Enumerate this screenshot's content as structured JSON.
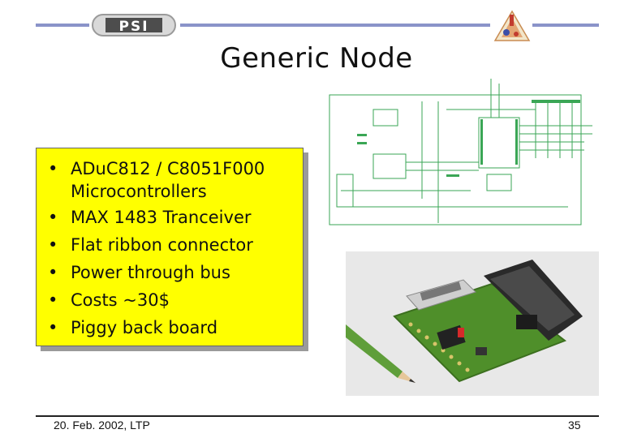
{
  "header": {
    "logo_text": "PSI"
  },
  "title": "Generic Node",
  "bullets": [
    {
      "line1": "ADuC812 / C8051F000",
      "line2": "Microcontrollers"
    },
    {
      "line1": "MAX 1483 Tranceiver"
    },
    {
      "line1": "Flat ribbon connector"
    },
    {
      "line1": "Power through bus"
    },
    {
      "line1": "Costs ~30$"
    },
    {
      "line1": "Piggy back board"
    }
  ],
  "bullet_symbol": "•",
  "footer": {
    "date_author": "20. Feb. 2002, LTP",
    "page_number": "35"
  },
  "colors": {
    "box_fill": "#ffff00",
    "header_line": "#8a93c9",
    "schematic_green": "#3aa655",
    "pcb_green": "#5f9e2f"
  }
}
